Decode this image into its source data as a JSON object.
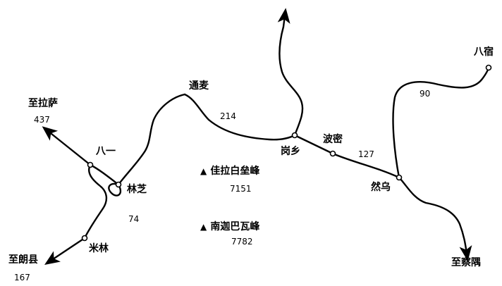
{
  "map": {
    "colors": {
      "line": "#000000",
      "background": "#ffffff"
    },
    "places": {
      "lasa": "至拉萨",
      "lasa_dist": "437",
      "bayi": "八一",
      "nyingchi": "林芝",
      "milin": "米林",
      "langxian": "至朗县",
      "langxian_dist": "167",
      "tongmai": "通麦",
      "gangxiang": "岗乡",
      "bomi": "波密",
      "ranwu": "然乌",
      "basu": "八宿",
      "chayu": "至察隅"
    },
    "distances": {
      "bayi_milin": "74",
      "tongmai_gangxiang": "214",
      "bomi_ranwu": "127",
      "ranwu_basu": "90"
    },
    "peaks": [
      {
        "symbol": "▲",
        "name": "佳拉白垒峰",
        "elevation": "7151"
      },
      {
        "symbol": "▲",
        "name": "南迦巴瓦峰",
        "elevation": "7782"
      }
    ]
  }
}
